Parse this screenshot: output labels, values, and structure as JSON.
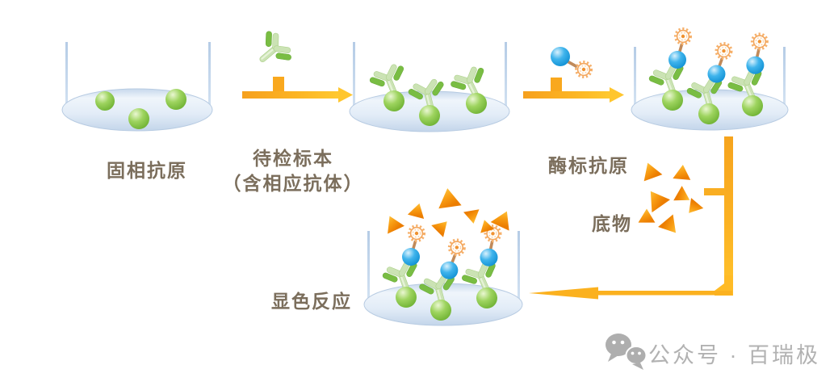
{
  "labels": {
    "solid_phase_antigen": "固相抗原",
    "test_sample_line1": "待检标本",
    "test_sample_line2": "（含相应抗体）",
    "enzyme_labeled_antigen": "酶标抗原",
    "substrate": "底物",
    "color_reaction": "显色反应"
  },
  "watermark": {
    "text": "公众号 · 百瑞极",
    "icon": "wechat-icon"
  },
  "flow_step_count": 5,
  "colors": {
    "arrow_orange": "#f6a41e",
    "arrow_yellow": "#ffc62e",
    "antigen_green": "#8dc63f",
    "antibody_green_dark": "#79bd43",
    "antibody_green_pale": "#cbe3b4",
    "enzyme_antigen_blue": "#29a8e0",
    "enzyme_gear_orange": "#f3a75f",
    "enzyme_link_tan": "#c08a5a",
    "substrate_triangle_orange": "#f79c12",
    "well_liquid_blue": "#dce8f4",
    "well_wall_blue": "#c2d6ea",
    "label_text": "#7b6e5c",
    "watermark_gray": "#b2b2b2"
  },
  "icons": {
    "antibody": "antibody-icon",
    "enzyme": "enzyme-gear-icon",
    "antigen_ball": "antigen-ball-icon",
    "enzyme_antigen": "enzyme-antigen-icon",
    "substrate_triangle": "substrate-triangle-icon",
    "well": "well-icon",
    "arrow_right": "arrow-right-icon",
    "arrow_left": "arrow-left-icon",
    "wechat": "wechat-icon"
  }
}
